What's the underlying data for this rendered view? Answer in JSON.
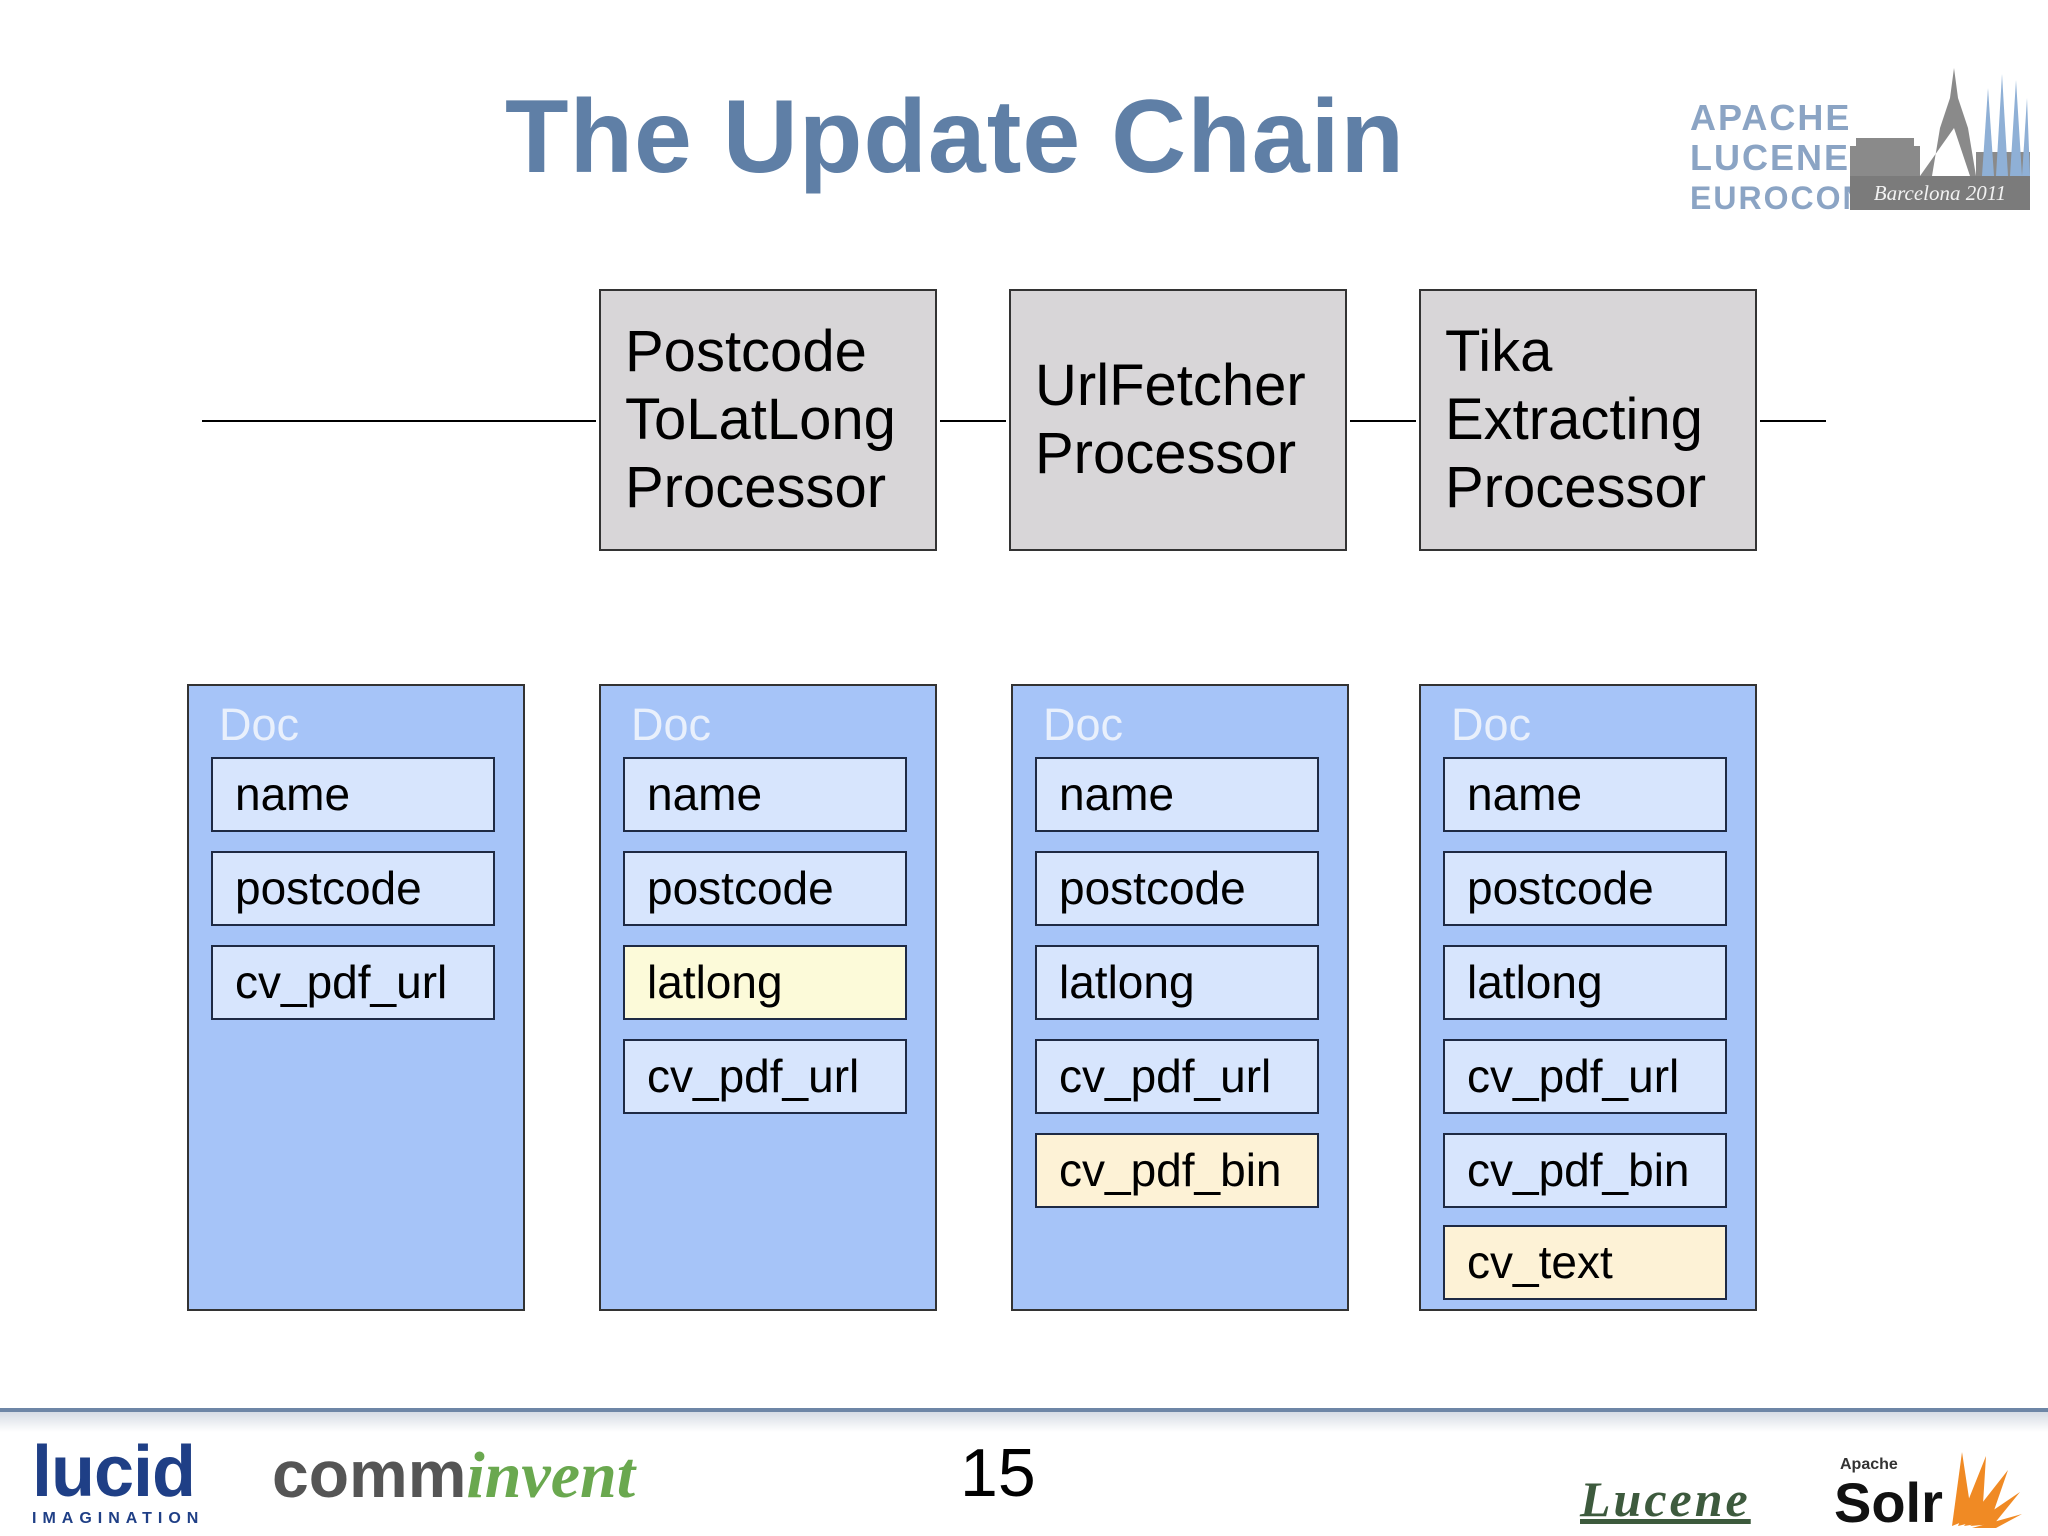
{
  "slide": {
    "title": "The Update Chain",
    "page_number": "15"
  },
  "conference_logo": {
    "line1": "APACHE",
    "line2": "LUCENE",
    "line3": "EUROCON",
    "badge": "Barcelona 2011"
  },
  "processors": [
    {
      "label": "Postcode\nToLatLong\nProcessor"
    },
    {
      "label": "UrlFetcher\nProcessor"
    },
    {
      "label": "Tika\nExtracting\nProcessor"
    }
  ],
  "docs": [
    {
      "title": "Doc",
      "fields": [
        {
          "label": "name",
          "state": "existing"
        },
        {
          "label": "postcode",
          "state": "existing"
        },
        {
          "label": "cv_pdf_url",
          "state": "existing"
        }
      ]
    },
    {
      "title": "Doc",
      "fields": [
        {
          "label": "name",
          "state": "existing"
        },
        {
          "label": "postcode",
          "state": "existing"
        },
        {
          "label": "latlong",
          "state": "added"
        },
        {
          "label": "cv_pdf_url",
          "state": "existing"
        }
      ]
    },
    {
      "title": "Doc",
      "fields": [
        {
          "label": "name",
          "state": "existing"
        },
        {
          "label": "postcode",
          "state": "existing"
        },
        {
          "label": "latlong",
          "state": "existing"
        },
        {
          "label": "cv_pdf_url",
          "state": "existing"
        },
        {
          "label": "cv_pdf_bin",
          "state": "added"
        }
      ]
    },
    {
      "title": "Doc",
      "fields": [
        {
          "label": "name",
          "state": "existing"
        },
        {
          "label": "postcode",
          "state": "existing"
        },
        {
          "label": "latlong",
          "state": "existing"
        },
        {
          "label": "cv_pdf_url",
          "state": "existing"
        },
        {
          "label": "cv_pdf_bin",
          "state": "existing"
        },
        {
          "label": "cv_text",
          "state": "added"
        }
      ]
    }
  ],
  "footer": {
    "lucid_word": "lucid",
    "lucid_sub": "IMAGINATION",
    "comm_a": "comm",
    "comm_b": "invent",
    "lucene": "Lucene",
    "solr_apache": "Apache",
    "solr_word": "Solr"
  },
  "colors": {
    "title": "#5f7fa6",
    "processor_fill": "#d8d6d8",
    "doc_fill": "#a6c4f8",
    "field_fill": "#d7e5fd",
    "added_field_fill": "#fdf2d6"
  }
}
